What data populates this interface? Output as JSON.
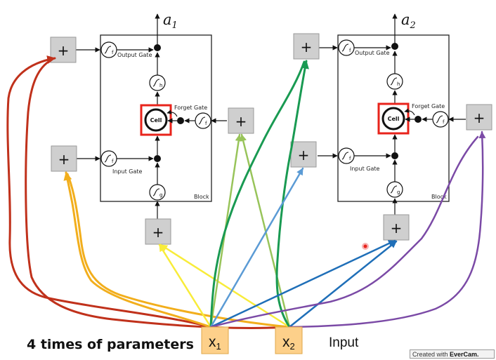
{
  "outputs": [
    {
      "base": "a",
      "sub": "1"
    },
    {
      "base": "a",
      "sub": "2"
    }
  ],
  "inputs": [
    {
      "base": "x",
      "sub": "1"
    },
    {
      "base": "x",
      "sub": "2"
    }
  ],
  "block": {
    "output_gate_label": "Output Gate",
    "forget_gate_label": "Forget Gate",
    "input_gate_label": "Input Gate",
    "cell_label": "Cell",
    "block_label": "Block",
    "f_symbol": "f",
    "h_symbol": "h",
    "g_symbol": "g"
  },
  "plus_symbol": "+",
  "caption": "4 times of parameters",
  "input_label": "Input",
  "watermark": {
    "prefix": "Created with ",
    "brand": "EverCam."
  },
  "colors": {
    "red": "#c0311b",
    "orange": "#f2ae1c",
    "yellow": "#f8ec3a",
    "lightgreen": "#98c45a",
    "green": "#199a52",
    "lightblue": "#5b9bd5",
    "blue": "#1f6fb8",
    "purple": "#7b4aa6",
    "cell_highlight": "#e8231b",
    "input_box": "#fdd08a",
    "adder_fill": "#cfcfcf",
    "cursor": "#e8231b"
  }
}
